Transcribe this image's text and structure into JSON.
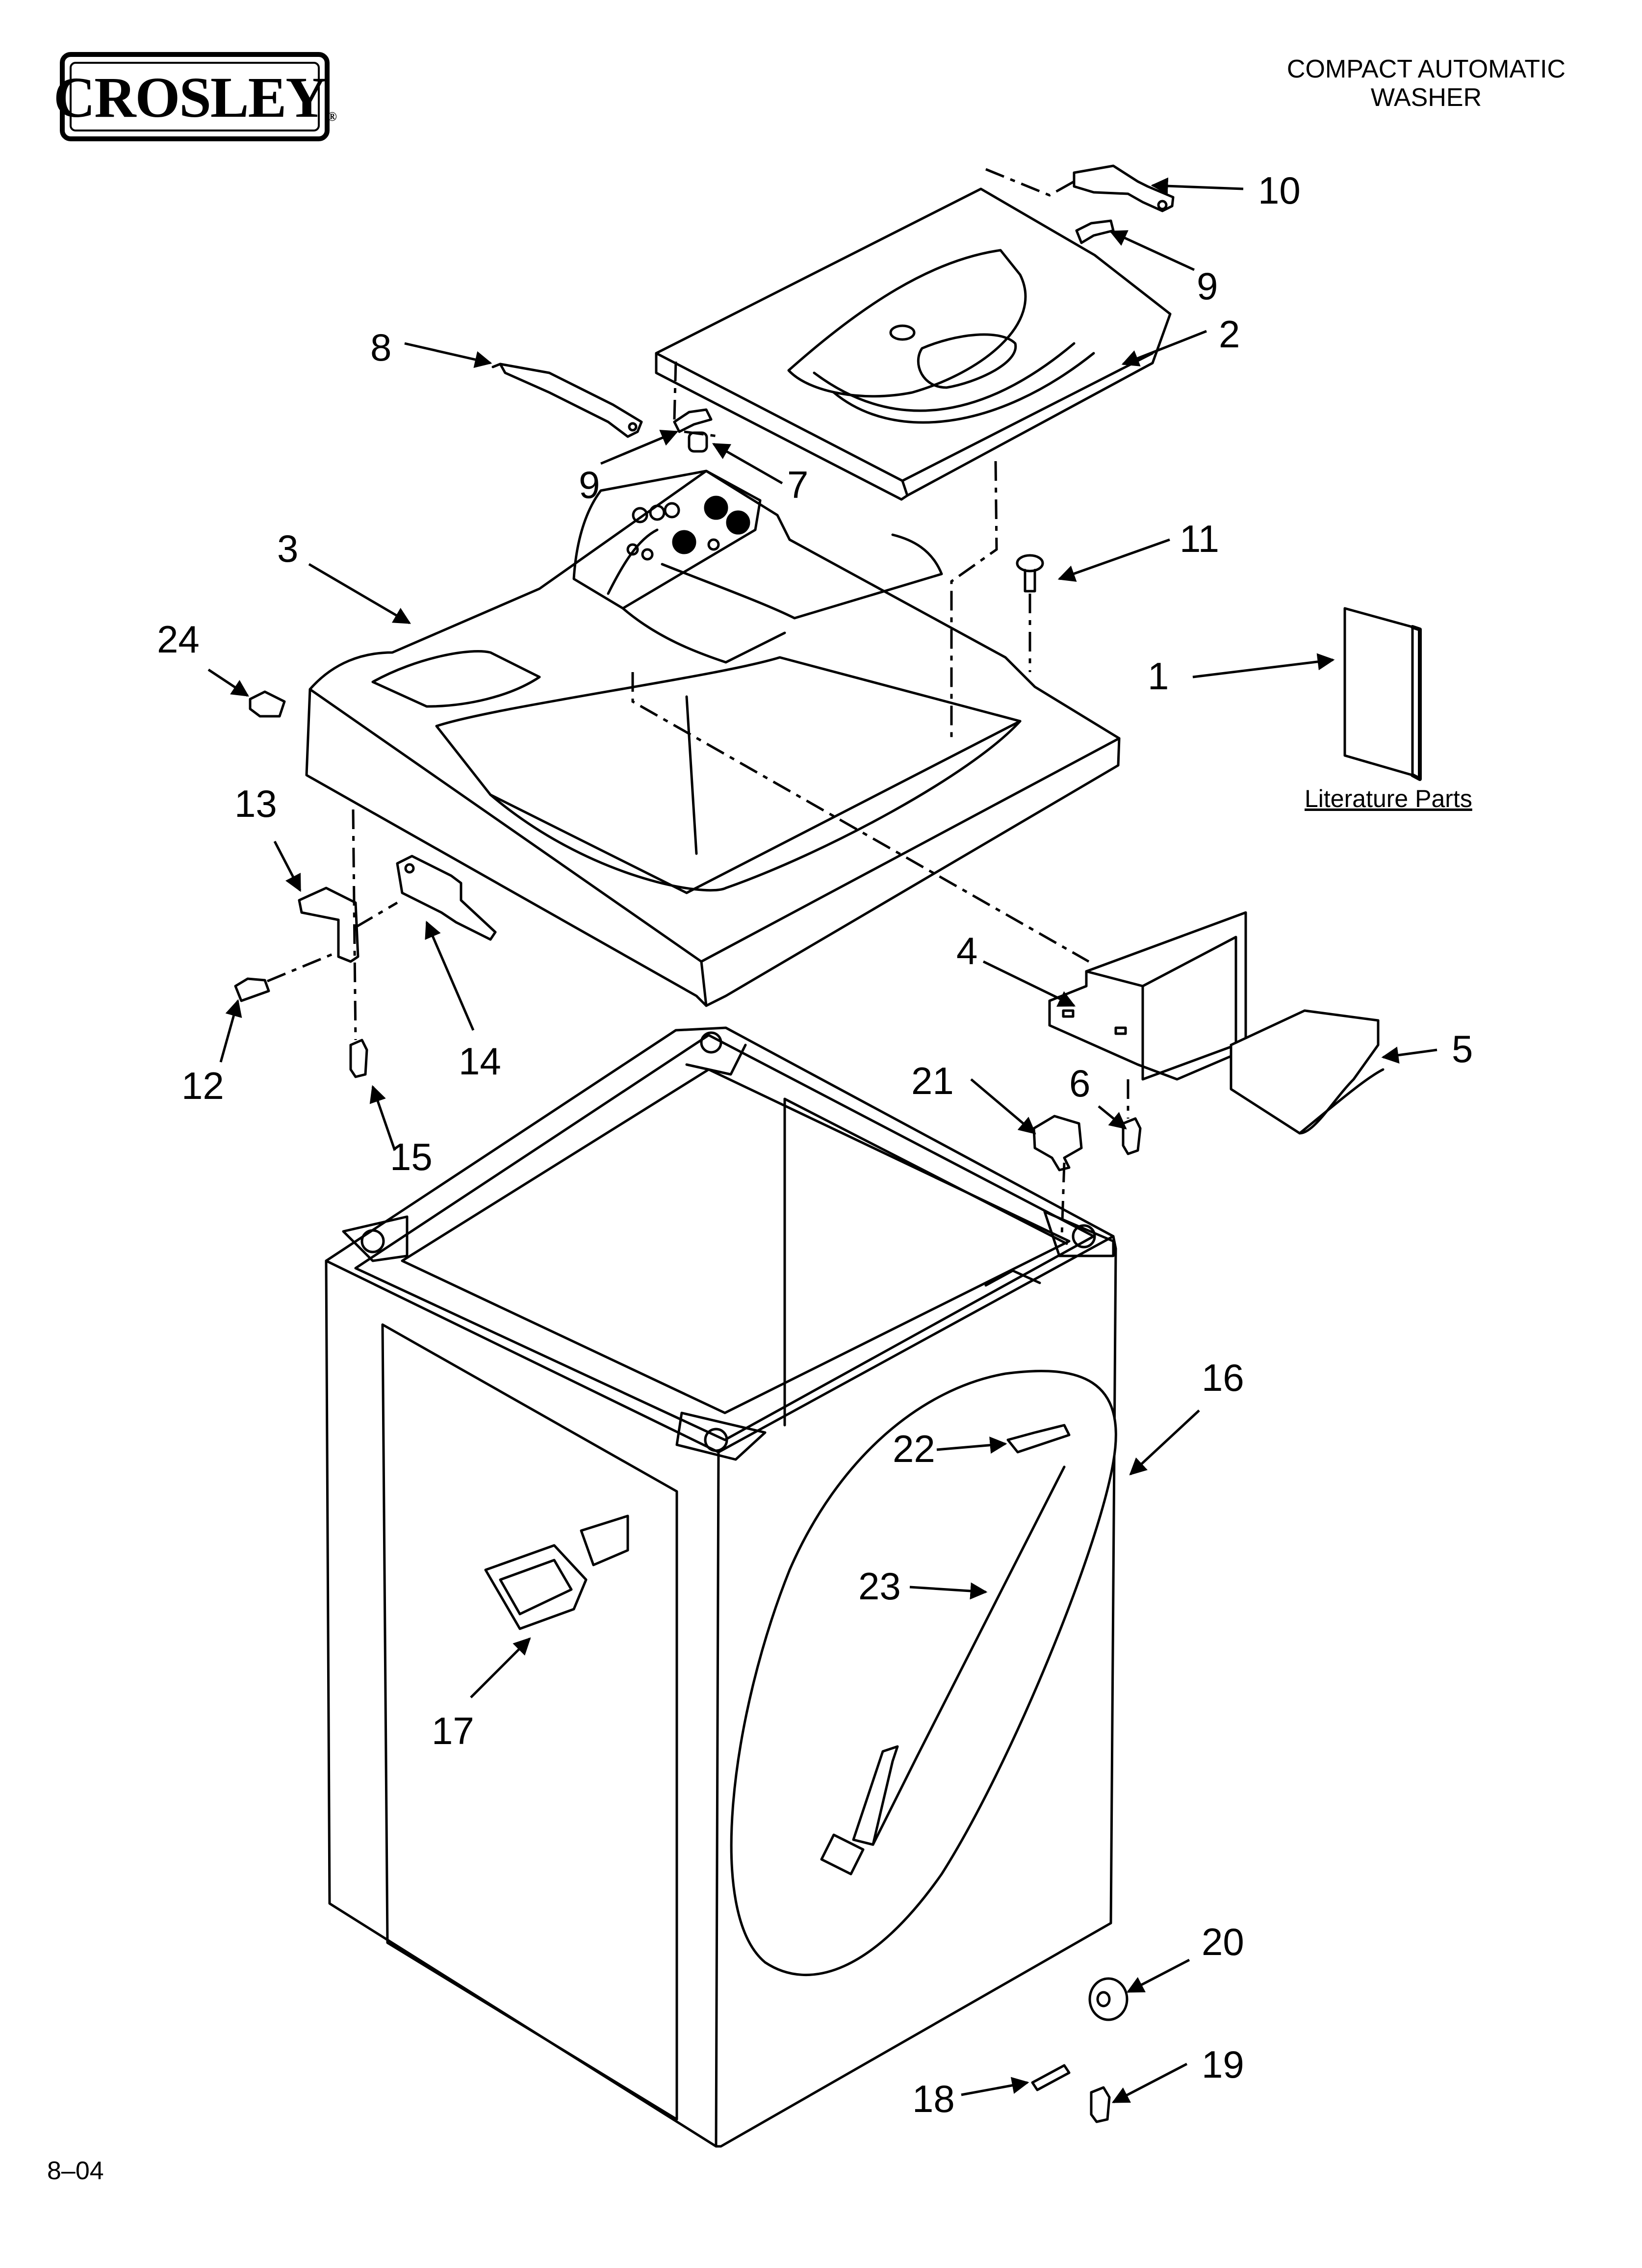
{
  "brand": {
    "name": "CROSLEY",
    "reg_mark": "®"
  },
  "title": {
    "line1": "COMPACT AUTOMATIC",
    "line2": "WASHER"
  },
  "footer": {
    "code": "8–04"
  },
  "literature_label": "Literature Parts",
  "callouts": {
    "c1": "1",
    "c2": "2",
    "c3": "3",
    "c4": "4",
    "c5": "5",
    "c6": "6",
    "c7": "7",
    "c8": "8",
    "c9a": "9",
    "c9b": "9",
    "c10": "10",
    "c11": "11",
    "c12": "12",
    "c13": "13",
    "c14": "14",
    "c15": "15",
    "c16": "16",
    "c17": "17",
    "c18": "18",
    "c19": "19",
    "c20": "20",
    "c21": "21",
    "c22": "22",
    "c23": "23",
    "c24": "24"
  }
}
